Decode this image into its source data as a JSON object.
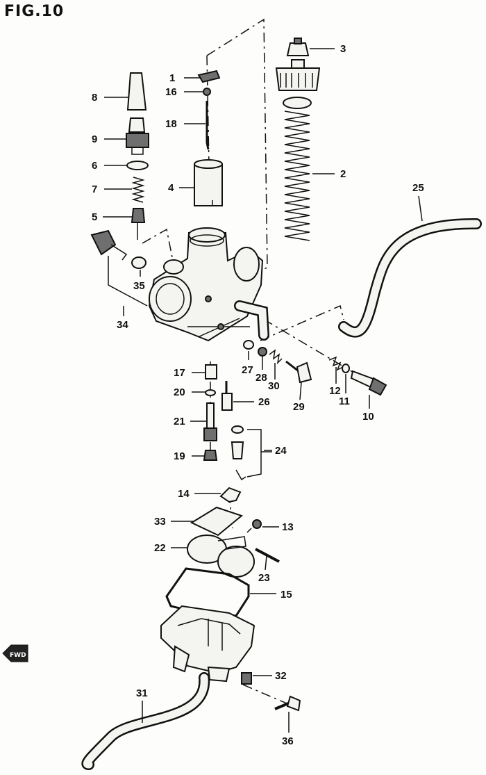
{
  "figure": {
    "title": "FIG.10"
  },
  "fwd_label": "FWD",
  "callouts": {
    "p1": "1",
    "p2": "2",
    "p3": "3",
    "p4": "4",
    "p5": "5",
    "p6": "6",
    "p7": "7",
    "p8": "8",
    "p9": "9",
    "p10": "10",
    "p11": "11",
    "p12": "12",
    "p13": "13",
    "p14": "14",
    "p15": "15",
    "p16": "16",
    "p17": "17",
    "p18": "18",
    "p19": "19",
    "p20": "20",
    "p21": "21",
    "p22": "22",
    "p23": "23",
    "p24": "24",
    "p25": "25",
    "p26": "26",
    "p27": "27",
    "p28": "28",
    "p29": "29",
    "p30": "30",
    "p31": "31",
    "p32": "32",
    "p33": "33",
    "p34": "34",
    "p35": "35",
    "p36": "36"
  }
}
